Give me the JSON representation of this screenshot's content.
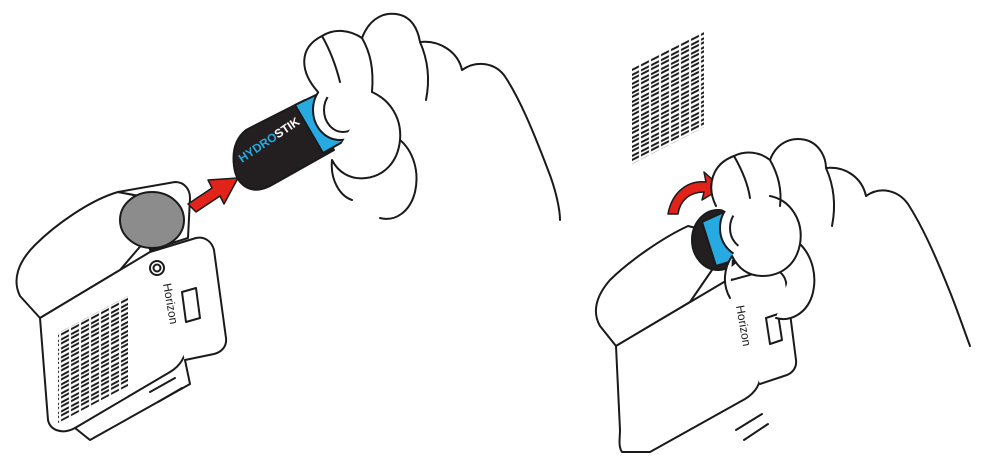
{
  "diagram": {
    "panels": [
      {
        "step": "insert",
        "cartridge_brand_part1": "HYDRO",
        "cartridge_brand_part2": "STIK",
        "device_brand": "Horizon"
      },
      {
        "step": "twist",
        "device_brand": "Horizon"
      }
    ],
    "colors": {
      "cartridge_body": "#231f20",
      "cartridge_band": "#27aae1",
      "arrow_red": "#e2231a",
      "line": "#1a1a1a",
      "cap_grey": "#8c8c8c"
    }
  }
}
